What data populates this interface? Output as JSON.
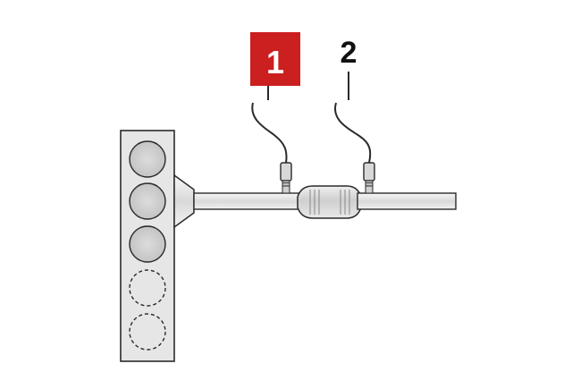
{
  "callouts": [
    {
      "id": "1",
      "label": "1",
      "highlighted": true
    },
    {
      "id": "2",
      "label": "2",
      "highlighted": false
    }
  ],
  "engine_block": {
    "cylinders_solid": 3,
    "cylinders_dashed": 2
  },
  "colors": {
    "highlight_box": "#cc1f1f",
    "highlight_text": "#ffffff",
    "callout_text": "#111111",
    "metal_fill": "#e6e6e6",
    "outline": "#2a2a2a"
  },
  "icons": {
    "sensor_upstream": "oxygen-sensor-icon",
    "sensor_downstream": "oxygen-sensor-icon",
    "catalytic_converter": "catalytic-converter-icon",
    "engine": "engine-block-icon"
  }
}
